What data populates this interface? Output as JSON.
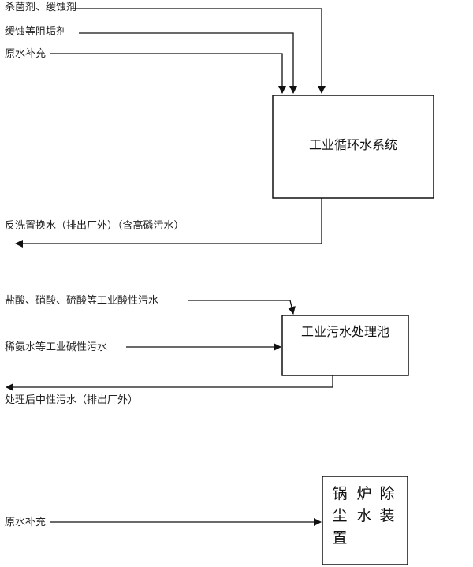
{
  "system1": {
    "title": "工业循环水系统",
    "inputs": [
      "杀菌剂、缓蚀剂",
      "缓蚀等阻垢剂",
      "原水补充"
    ],
    "output": "反洗置换水（排出厂外）（含高磷污水）"
  },
  "system2": {
    "title": "工业污水处理池",
    "inputs": [
      "盐酸、硝酸、硫酸等工业酸性污水",
      "稀氨水等工业碱性污水"
    ],
    "output": "处理后中性污水（排出厂外）"
  },
  "system3": {
    "title_chars": [
      "锅",
      "炉",
      "除",
      "尘",
      "水",
      "装",
      "置"
    ],
    "input": "原水补充"
  }
}
